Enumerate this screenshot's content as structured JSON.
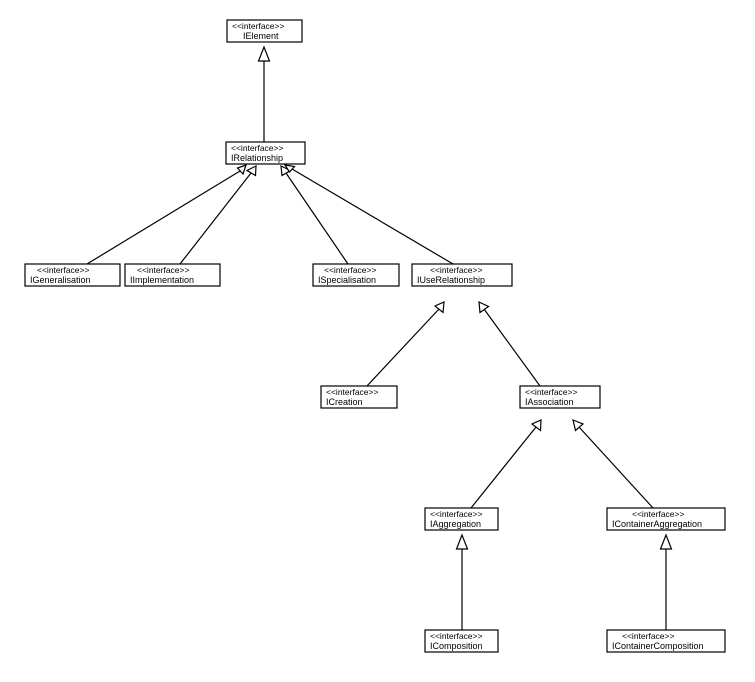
{
  "stereotype": "<<interface>>",
  "nodes": [
    {
      "id": "IElement",
      "stereotype": "<<interface>>",
      "name": "IElement"
    },
    {
      "id": "IRelationship",
      "stereotype": "<<interface>>",
      "name": "IRelationship"
    },
    {
      "id": "IGeneralisation",
      "stereotype": "<<interface>>",
      "name": "IGeneralisation"
    },
    {
      "id": "IImplementation",
      "stereotype": "<<interface>>",
      "name": "IImplementation"
    },
    {
      "id": "ISpecialisation",
      "stereotype": "<<interface>>",
      "name": "ISpecialisation"
    },
    {
      "id": "IUseRelationship",
      "stereotype": "<<interface>>",
      "name": "IUseRelationship"
    },
    {
      "id": "ICreation",
      "stereotype": "<<interface>>",
      "name": "ICreation"
    },
    {
      "id": "IAssociation",
      "stereotype": "<<interface>>",
      "name": "IAssociation"
    },
    {
      "id": "IAggregation",
      "stereotype": "<<interface>>",
      "name": "IAggregation"
    },
    {
      "id": "IContainerAggregation",
      "stereotype": "<<interface>>",
      "name": "IContainerAggregation"
    },
    {
      "id": "IComposition",
      "stereotype": "<<interface>>",
      "name": "IComposition"
    },
    {
      "id": "IContainerComposition",
      "stereotype": "<<interface>>",
      "name": "IContainerComposition"
    }
  ],
  "edges": [
    {
      "from": "IRelationship",
      "to": "IElement",
      "type": "generalization"
    },
    {
      "from": "IGeneralisation",
      "to": "IRelationship",
      "type": "generalization"
    },
    {
      "from": "IImplementation",
      "to": "IRelationship",
      "type": "generalization"
    },
    {
      "from": "ISpecialisation",
      "to": "IRelationship",
      "type": "generalization"
    },
    {
      "from": "IUseRelationship",
      "to": "IRelationship",
      "type": "generalization"
    },
    {
      "from": "ICreation",
      "to": "IUseRelationship",
      "type": "generalization"
    },
    {
      "from": "IAssociation",
      "to": "IUseRelationship",
      "type": "generalization"
    },
    {
      "from": "IAggregation",
      "to": "IAssociation",
      "type": "generalization"
    },
    {
      "from": "IContainerAggregation",
      "to": "IAssociation",
      "type": "generalization"
    },
    {
      "from": "IComposition",
      "to": "IAggregation",
      "type": "generalization"
    },
    {
      "from": "IContainerComposition",
      "to": "IContainerAggregation",
      "type": "generalization"
    }
  ]
}
